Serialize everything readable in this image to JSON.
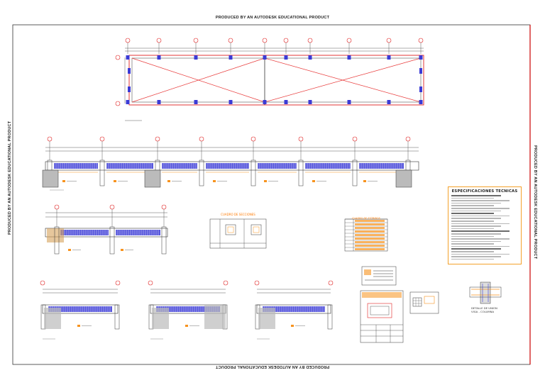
{
  "watermarks": {
    "top": "PRODUCED BY AN AUTODESK EDUCATIONAL PRODUCT",
    "bottom": "PRODUCED BY AN AUTODESK EDUCATIONAL PRODUCT",
    "left": "PRODUCED BY AN AUTODESK EDUCATIONAL PRODUCT",
    "right": "PRODUCED BY AN AUTODESK EDUCATIONAL PRODUCT"
  },
  "panels": {
    "cuadro_secciones_title": "CUADRO DE SECCIONES",
    "cuadro_estribos_title": "CUADRO DE ESTRIBOS",
    "spec_title": "ESPECIFICACIONES TECNICAS",
    "detalle_union": [
      "DETALLE DE UNION",
      "VIGA - COLUMNA"
    ]
  },
  "colors": {
    "accent": "#f7931e",
    "rebar": "#3b3bd6",
    "cross": "#e83b3b",
    "axis": "#e02020"
  },
  "icons": [
    "axis-bubble-icon",
    "column-section-icon",
    "footing-hatch-icon"
  ]
}
